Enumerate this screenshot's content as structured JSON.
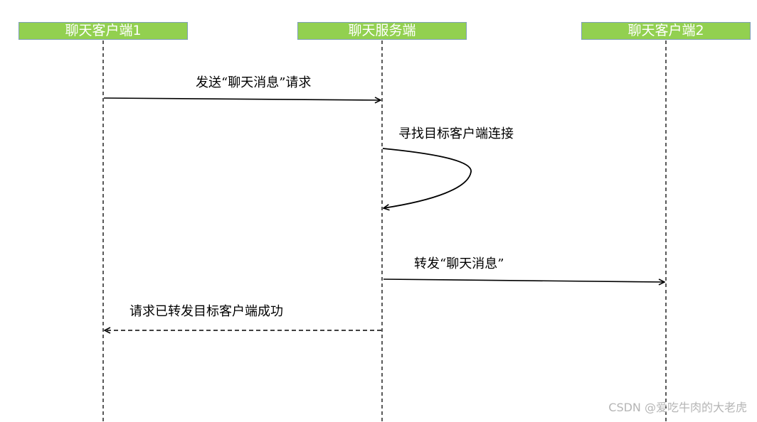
{
  "actors": {
    "client1": "聊天客户端1",
    "server": "聊天服务端",
    "client2": "聊天客户端2"
  },
  "messages": {
    "send_request": "发送“聊天消息”请求",
    "find_connection": "寻找目标客户端连接",
    "forward": "转发“聊天消息”",
    "reply_success": "请求已转发目标客户端成功"
  },
  "watermark": "CSDN @爱吃牛肉的大老虎",
  "colors": {
    "actor_fill": "#92d050",
    "actor_border": "#7f9fb8",
    "actor_text": "#ffffff",
    "line": "#000000"
  }
}
